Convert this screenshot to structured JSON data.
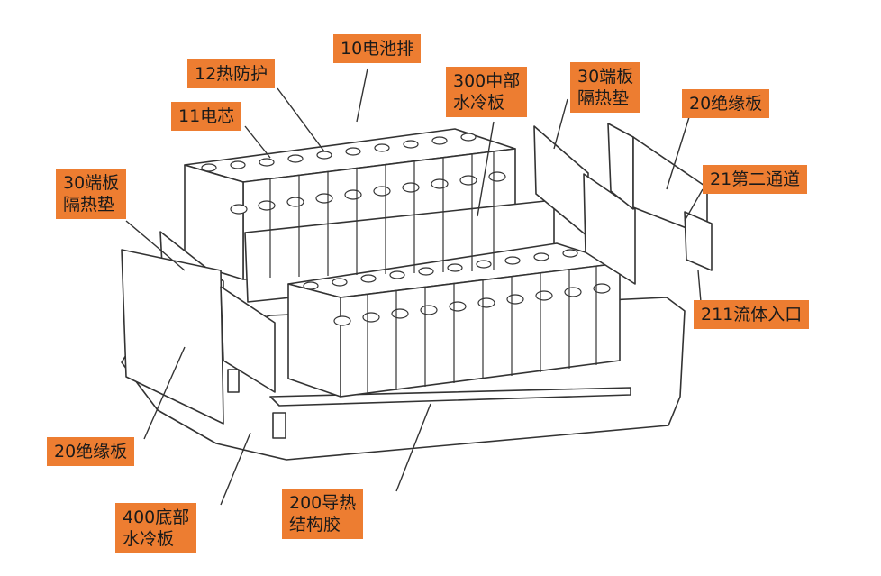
{
  "labels": {
    "battery_row": "10电池排",
    "thermal_protection": "12热防护",
    "cell": "11电芯",
    "middle_cold_plate": "300中部\n水冷板",
    "end_plate_pad_right": "30端板\n隔热垫",
    "insulation_board_right": "20绝缘板",
    "second_channel": "21第二通道",
    "end_plate_pad_left": "30端板\n隔热垫",
    "fluid_inlet": "211流体入口",
    "insulation_board_left": "20绝缘板",
    "bottom_cold_plate": "400底部\n水冷板",
    "thermal_adhesive": "200导热\n结构胶"
  },
  "colors": {
    "label_bg": "#ED7D31",
    "line": "#333333"
  }
}
